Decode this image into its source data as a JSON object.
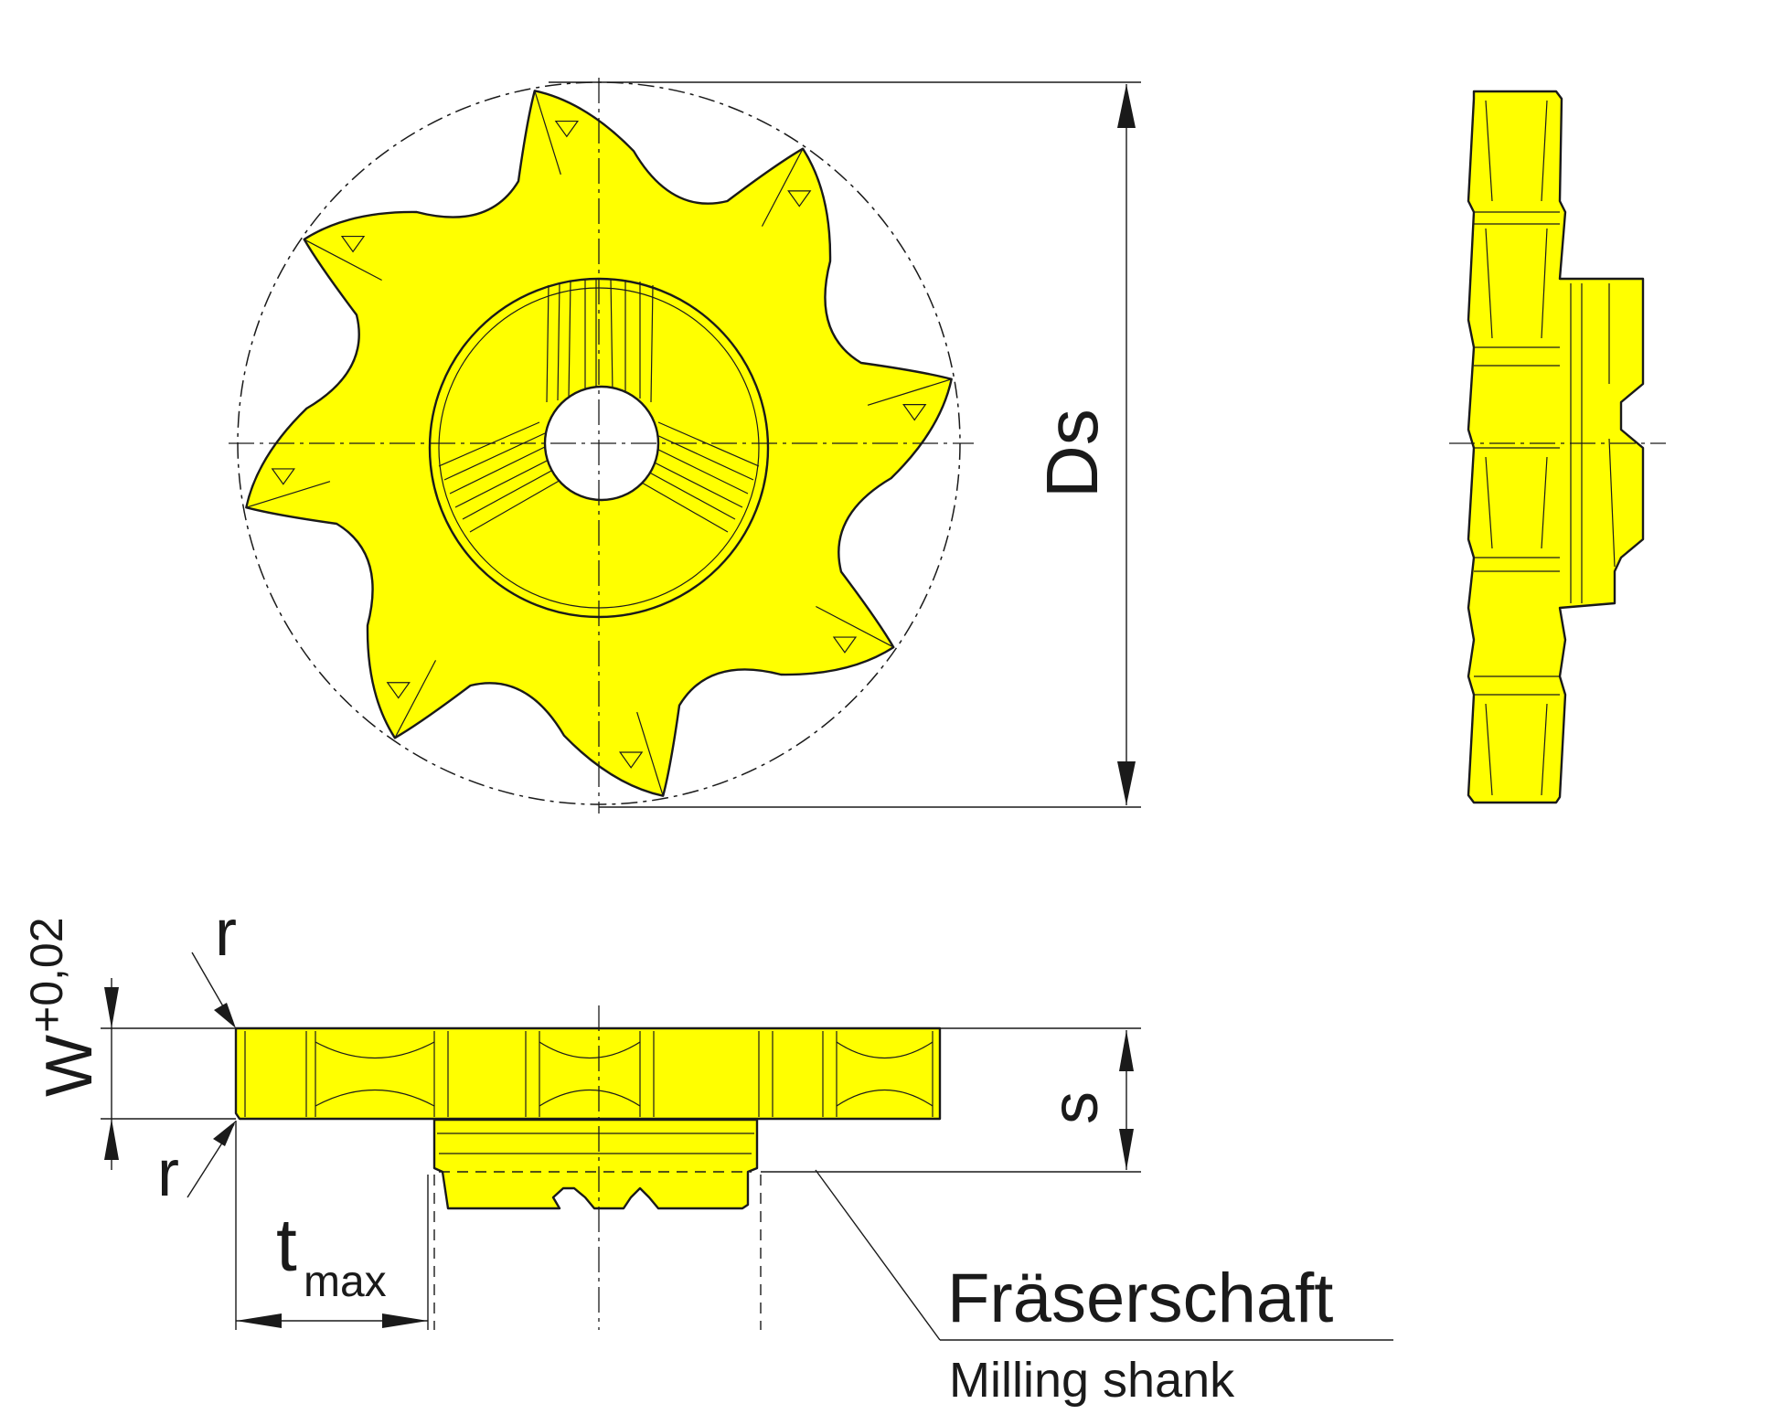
{
  "colors": {
    "part_fill": "#ffff00",
    "line": "#1a1a1a",
    "background": "#ffffff"
  },
  "labels": {
    "diameter": "Ds",
    "width_symbol": "W",
    "width_tolerance": "+0,02",
    "radius_top": "r",
    "radius_bottom": "r",
    "depth_main": "t",
    "depth_sub": "max",
    "thickness": "s",
    "shank_de": "Fräserschaft",
    "shank_en": "Milling shank"
  },
  "cutter": {
    "teeth": 8
  }
}
